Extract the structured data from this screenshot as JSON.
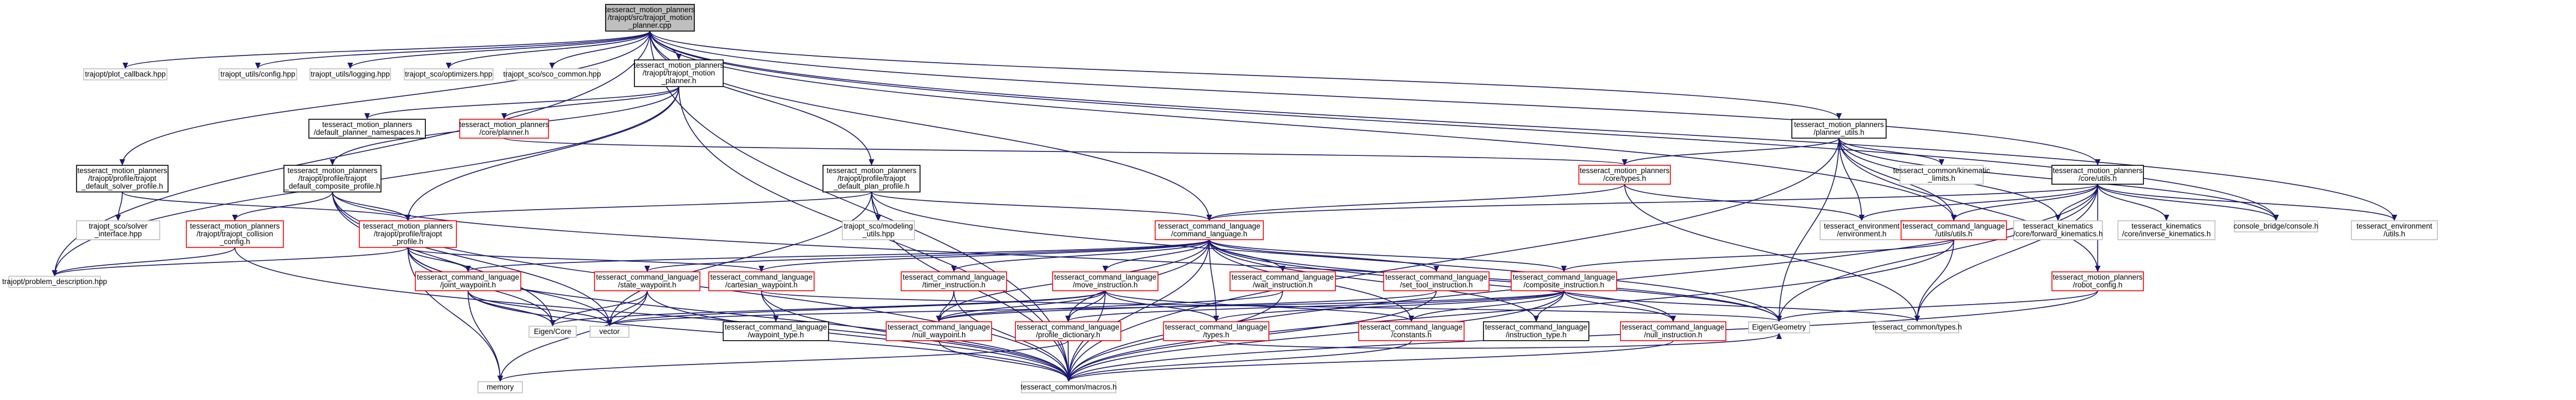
{
  "colors": {
    "edge": "#191970",
    "root_fill": "#bfbfbf",
    "box_fill": "#ffffff",
    "border_normal": "#000000",
    "border_highlight": "#ff0000",
    "border_gray": "#bfbfbf"
  },
  "nodes": [
    {
      "id": "root",
      "lines": [
        "tesseract_motion_planners",
        "/trajopt/src/trajopt_motion",
        "_planner.cpp"
      ],
      "style": "root"
    },
    {
      "id": "plot_callback",
      "lines": [
        "trajopt/plot_callback.hpp"
      ],
      "style": "gray"
    },
    {
      "id": "utils_config",
      "lines": [
        "trajopt_utils/config.hpp"
      ],
      "style": "gray"
    },
    {
      "id": "utils_logging",
      "lines": [
        "trajopt_utils/logging.hpp"
      ],
      "style": "gray"
    },
    {
      "id": "sco_optimizers",
      "lines": [
        "trajopt_sco/optimizers.hpp"
      ],
      "style": "gray"
    },
    {
      "id": "sco_common",
      "lines": [
        "trajopt_sco/sco_common.hpp"
      ],
      "style": "gray"
    },
    {
      "id": "trajopt_motion_planner_h",
      "lines": [
        "tesseract_motion_planners",
        "/trajopt/trajopt_motion",
        "_planner.h"
      ],
      "style": "normal"
    },
    {
      "id": "default_planner_namespaces",
      "lines": [
        "tesseract_motion_planners",
        "/default_planner_namespaces.h"
      ],
      "style": "normal"
    },
    {
      "id": "core_planner",
      "lines": [
        "tesseract_motion_planners",
        "/core/planner.h"
      ],
      "style": "red"
    },
    {
      "id": "default_solver_profile",
      "lines": [
        "tesseract_motion_planners",
        "/trajopt/profile/trajopt",
        "_default_solver_profile.h"
      ],
      "style": "normal"
    },
    {
      "id": "default_composite_profile",
      "lines": [
        "tesseract_motion_planners",
        "/trajopt/profile/trajopt",
        "_default_composite_profile.h"
      ],
      "style": "normal"
    },
    {
      "id": "default_plan_profile",
      "lines": [
        "tesseract_motion_planners",
        "/trajopt/profile/trajopt",
        "_default_plan_profile.h"
      ],
      "style": "normal"
    },
    {
      "id": "planner_utils",
      "lines": [
        "tesseract_motion_planners",
        "/planner_utils.h"
      ],
      "style": "normal"
    },
    {
      "id": "core_types",
      "lines": [
        "tesseract_motion_planners",
        "/core/types.h"
      ],
      "style": "red"
    },
    {
      "id": "kinematic_limits",
      "lines": [
        "tesseract_common/kinematic",
        "_limits.h"
      ],
      "style": "gray"
    },
    {
      "id": "core_utils",
      "lines": [
        "tesseract_motion_planners",
        "/core/utils.h"
      ],
      "style": "normal"
    },
    {
      "id": "sco_solver_interface",
      "lines": [
        "trajopt_sco/solver",
        "_interface.hpp"
      ],
      "style": "gray"
    },
    {
      "id": "trajopt_collision_config",
      "lines": [
        "tesseract_motion_planners",
        "/trajopt/trajopt_collision",
        "_config.h"
      ],
      "style": "red"
    },
    {
      "id": "trajopt_profile",
      "lines": [
        "tesseract_motion_planners",
        "/trajopt/profile/trajopt",
        "_profile.h"
      ],
      "style": "red"
    },
    {
      "id": "sco_modeling_utils",
      "lines": [
        "trajopt_sco/modeling",
        "_utils.hpp"
      ],
      "style": "gray"
    },
    {
      "id": "command_language",
      "lines": [
        "tesseract_command_language",
        "/command_language.h"
      ],
      "style": "red"
    },
    {
      "id": "environment",
      "lines": [
        "tesseract_environment",
        "/environment.h"
      ],
      "style": "gray"
    },
    {
      "id": "cl_utils",
      "lines": [
        "tesseract_command_language",
        "/utils/utils.h"
      ],
      "style": "red"
    },
    {
      "id": "forward_kinematics",
      "lines": [
        "tesseract_kinematics",
        "/core/forward_kinematics.h"
      ],
      "style": "gray"
    },
    {
      "id": "inverse_kinematics",
      "lines": [
        "tesseract_kinematics",
        "/core/inverse_kinematics.h"
      ],
      "style": "gray"
    },
    {
      "id": "console_bridge",
      "lines": [
        "console_bridge/console.h"
      ],
      "style": "gray"
    },
    {
      "id": "env_utils",
      "lines": [
        "tesseract_environment",
        "/utils.h"
      ],
      "style": "gray"
    },
    {
      "id": "problem_description",
      "lines": [
        "trajopt/problem_description.hpp"
      ],
      "style": "gray"
    },
    {
      "id": "joint_waypoint",
      "lines": [
        "tesseract_command_language",
        "/joint_waypoint.h"
      ],
      "style": "red"
    },
    {
      "id": "state_waypoint",
      "lines": [
        "tesseract_command_language",
        "/state_waypoint.h"
      ],
      "style": "red"
    },
    {
      "id": "cartesian_waypoint",
      "lines": [
        "tesseract_command_language",
        "/cartesian_waypoint.h"
      ],
      "style": "red"
    },
    {
      "id": "timer_instruction",
      "lines": [
        "tesseract_command_language",
        "/timer_instruction.h"
      ],
      "style": "red"
    },
    {
      "id": "move_instruction",
      "lines": [
        "tesseract_command_language",
        "/move_instruction.h"
      ],
      "style": "red"
    },
    {
      "id": "wait_instruction",
      "lines": [
        "tesseract_command_language",
        "/wait_instruction.h"
      ],
      "style": "red"
    },
    {
      "id": "set_tool_instruction",
      "lines": [
        "tesseract_command_language",
        "/set_tool_instruction.h"
      ],
      "style": "red"
    },
    {
      "id": "composite_instruction",
      "lines": [
        "tesseract_command_language",
        "/composite_instruction.h"
      ],
      "style": "red"
    },
    {
      "id": "robot_config",
      "lines": [
        "tesseract_motion_planners",
        "/robot_config.h"
      ],
      "style": "red"
    },
    {
      "id": "eigen_core",
      "lines": [
        "Eigen/Core"
      ],
      "style": "gray"
    },
    {
      "id": "vector",
      "lines": [
        "vector"
      ],
      "style": "gray"
    },
    {
      "id": "waypoint_type",
      "lines": [
        "tesseract_command_language",
        "/waypoint_type.h"
      ],
      "style": "normal"
    },
    {
      "id": "null_waypoint",
      "lines": [
        "tesseract_command_language",
        "/null_waypoint.h"
      ],
      "style": "red"
    },
    {
      "id": "profile_dictionary",
      "lines": [
        "tesseract_command_language",
        "/profile_dictionary.h"
      ],
      "style": "red"
    },
    {
      "id": "cl_types",
      "lines": [
        "tesseract_command_language",
        "/types.h"
      ],
      "style": "red"
    },
    {
      "id": "constants",
      "lines": [
        "tesseract_command_language",
        "/constants.h"
      ],
      "style": "red"
    },
    {
      "id": "instruction_type",
      "lines": [
        "tesseract_command_language",
        "/instruction_type.h"
      ],
      "style": "normal"
    },
    {
      "id": "null_instruction",
      "lines": [
        "tesseract_command_language",
        "/null_instruction.h"
      ],
      "style": "red"
    },
    {
      "id": "eigen_geometry",
      "lines": [
        "Eigen/Geometry"
      ],
      "style": "gray"
    },
    {
      "id": "common_types",
      "lines": [
        "tesseract_common/types.h"
      ],
      "style": "gray"
    },
    {
      "id": "memory",
      "lines": [
        "memory"
      ],
      "style": "gray"
    },
    {
      "id": "common_macros",
      "lines": [
        "tesseract_common/macros.h"
      ],
      "style": "gray"
    }
  ],
  "edges": [
    [
      "root",
      "plot_callback"
    ],
    [
      "root",
      "utils_config"
    ],
    [
      "root",
      "utils_logging"
    ],
    [
      "root",
      "sco_optimizers"
    ],
    [
      "root",
      "sco_common"
    ],
    [
      "root",
      "trajopt_motion_planner_h"
    ],
    [
      "root",
      "default_solver_profile"
    ],
    [
      "root",
      "default_plan_profile"
    ],
    [
      "root",
      "planner_utils"
    ],
    [
      "root",
      "problem_description"
    ],
    [
      "root",
      "common_macros"
    ],
    [
      "root",
      "command_language"
    ],
    [
      "root",
      "core_utils"
    ],
    [
      "root",
      "env_utils"
    ],
    [
      "root",
      "console_bridge"
    ],
    [
      "root",
      "cl_utils"
    ],
    [
      "trajopt_motion_planner_h",
      "default_planner_namespaces"
    ],
    [
      "trajopt_motion_planner_h",
      "core_planner"
    ],
    [
      "trajopt_motion_planner_h",
      "default_composite_profile"
    ],
    [
      "trajopt_motion_planner_h",
      "trajopt_profile"
    ],
    [
      "trajopt_motion_planner_h",
      "problem_description"
    ],
    [
      "trajopt_motion_planner_h",
      "common_macros"
    ],
    [
      "core_planner",
      "core_types"
    ],
    [
      "default_solver_profile",
      "sco_solver_interface"
    ],
    [
      "default_solver_profile",
      "trajopt_profile"
    ],
    [
      "default_composite_profile",
      "trajopt_collision_config"
    ],
    [
      "default_composite_profile",
      "trajopt_profile"
    ],
    [
      "default_composite_profile",
      "common_macros"
    ],
    [
      "default_composite_profile",
      "vector"
    ],
    [
      "default_composite_profile",
      "eigen_core"
    ],
    [
      "default_composite_profile",
      "eigen_geometry"
    ],
    [
      "default_plan_profile",
      "trajopt_profile"
    ],
    [
      "default_plan_profile",
      "sco_modeling_utils"
    ],
    [
      "default_plan_profile",
      "command_language"
    ],
    [
      "default_plan_profile",
      "eigen_geometry"
    ],
    [
      "default_plan_profile",
      "common_macros"
    ],
    [
      "default_plan_profile",
      "vector"
    ],
    [
      "trajopt_collision_config",
      "problem_description"
    ],
    [
      "trajopt_collision_config",
      "common_macros"
    ],
    [
      "trajopt_profile",
      "problem_description"
    ],
    [
      "trajopt_profile",
      "joint_waypoint"
    ],
    [
      "trajopt_profile",
      "cartesian_waypoint"
    ],
    [
      "trajopt_profile",
      "memory"
    ],
    [
      "trajopt_profile",
      "common_macros"
    ],
    [
      "trajopt_profile",
      "vector"
    ],
    [
      "trajopt_profile",
      "eigen_core"
    ],
    [
      "planner_utils",
      "core_types"
    ],
    [
      "planner_utils",
      "kinematic_limits"
    ],
    [
      "planner_utils",
      "environment"
    ],
    [
      "planner_utils",
      "cl_utils"
    ],
    [
      "planner_utils",
      "forward_kinematics"
    ],
    [
      "planner_utils",
      "console_bridge"
    ],
    [
      "planner_utils",
      "robot_config"
    ],
    [
      "planner_utils",
      "eigen_geometry"
    ],
    [
      "planner_utils",
      "common_macros"
    ],
    [
      "core_types",
      "command_language"
    ],
    [
      "core_types",
      "environment"
    ],
    [
      "core_types",
      "common_types"
    ],
    [
      "core_utils",
      "forward_kinematics"
    ],
    [
      "core_utils",
      "inverse_kinematics"
    ],
    [
      "core_utils",
      "console_bridge"
    ],
    [
      "core_utils",
      "env_utils"
    ],
    [
      "core_utils",
      "cl_utils"
    ],
    [
      "core_utils",
      "environment"
    ],
    [
      "core_utils",
      "command_language"
    ],
    [
      "core_utils",
      "eigen_geometry"
    ],
    [
      "core_utils",
      "common_types"
    ],
    [
      "core_utils",
      "common_macros"
    ],
    [
      "core_utils",
      "robot_config"
    ],
    [
      "cl_utils",
      "composite_instruction"
    ],
    [
      "cl_utils",
      "common_types"
    ],
    [
      "cl_utils",
      "common_macros"
    ],
    [
      "robot_config",
      "eigen_geometry"
    ],
    [
      "robot_config",
      "common_macros"
    ],
    [
      "command_language",
      "joint_waypoint"
    ],
    [
      "command_language",
      "state_waypoint"
    ],
    [
      "command_language",
      "cartesian_waypoint"
    ],
    [
      "command_language",
      "timer_instruction"
    ],
    [
      "command_language",
      "move_instruction"
    ],
    [
      "command_language",
      "wait_instruction"
    ],
    [
      "command_language",
      "set_tool_instruction"
    ],
    [
      "command_language",
      "composite_instruction"
    ],
    [
      "command_language",
      "null_waypoint"
    ],
    [
      "command_language",
      "profile_dictionary"
    ],
    [
      "command_language",
      "cl_types"
    ],
    [
      "command_language",
      "constants"
    ],
    [
      "command_language",
      "null_instruction"
    ],
    [
      "command_language",
      "eigen_geometry"
    ],
    [
      "command_language",
      "common_macros"
    ],
    [
      "command_language",
      "instruction_type"
    ],
    [
      "joint_waypoint",
      "eigen_core"
    ],
    [
      "joint_waypoint",
      "vector"
    ],
    [
      "joint_waypoint",
      "memory"
    ],
    [
      "joint_waypoint",
      "common_macros"
    ],
    [
      "state_waypoint",
      "eigen_core"
    ],
    [
      "state_waypoint",
      "vector"
    ],
    [
      "state_waypoint",
      "memory"
    ],
    [
      "state_waypoint",
      "common_macros"
    ],
    [
      "cartesian_waypoint",
      "eigen_geometry"
    ],
    [
      "cartesian_waypoint",
      "waypoint_type"
    ],
    [
      "cartesian_waypoint",
      "common_macros"
    ],
    [
      "timer_instruction",
      "null_waypoint"
    ],
    [
      "timer_instruction",
      "common_macros"
    ],
    [
      "move_instruction",
      "vector"
    ],
    [
      "move_instruction",
      "null_waypoint"
    ],
    [
      "move_instruction",
      "profile_dictionary"
    ],
    [
      "move_instruction",
      "cl_types"
    ],
    [
      "move_instruction",
      "constants"
    ],
    [
      "move_instruction",
      "eigen_core"
    ],
    [
      "move_instruction",
      "common_macros"
    ],
    [
      "wait_instruction",
      "null_waypoint"
    ],
    [
      "wait_instruction",
      "common_macros"
    ],
    [
      "set_tool_instruction",
      "null_waypoint"
    ],
    [
      "set_tool_instruction",
      "common_macros"
    ],
    [
      "composite_instruction",
      "null_instruction"
    ],
    [
      "composite_instruction",
      "profile_dictionary"
    ],
    [
      "composite_instruction",
      "cl_types"
    ],
    [
      "composite_instruction",
      "constants"
    ],
    [
      "composite_instruction",
      "instruction_type"
    ],
    [
      "composite_instruction",
      "vector"
    ],
    [
      "composite_instruction",
      "common_macros"
    ],
    [
      "composite_instruction",
      "common_types"
    ],
    [
      "null_waypoint",
      "common_macros"
    ],
    [
      "profile_dictionary",
      "common_macros"
    ],
    [
      "profile_dictionary",
      "memory"
    ],
    [
      "cl_types",
      "eigen_geometry"
    ],
    [
      "constants",
      "common_macros"
    ],
    [
      "null_instruction",
      "common_macros"
    ]
  ]
}
